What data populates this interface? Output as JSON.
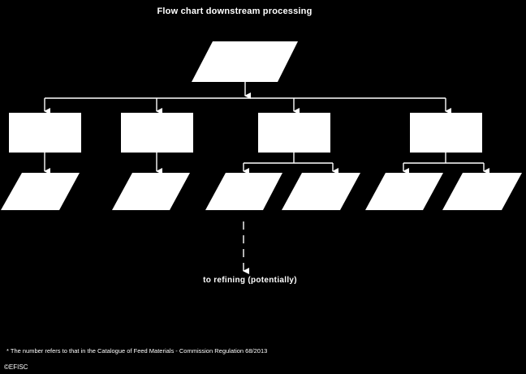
{
  "title": "Flow chart downstream processing",
  "refining_label": "to refining (potentially)",
  "footnote": "* The number refers to that in the Catalogue of Feed Materials - Commission Regulation 68/2013",
  "copyright": "©EFISC",
  "colors": {
    "background": "#000000",
    "shapes": "#ffffff",
    "lines": "#ffffff"
  }
}
